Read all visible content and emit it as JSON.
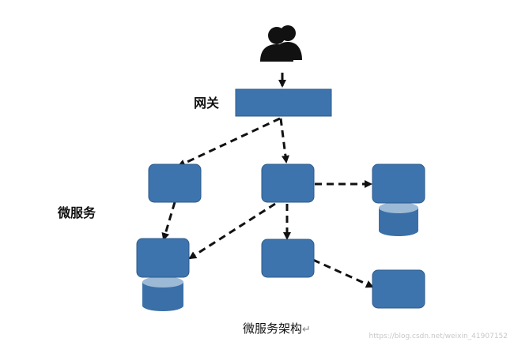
{
  "labels": {
    "gateway": "网关",
    "microservices": "微服务"
  },
  "caption": "微服务架构",
  "caption_mark": "↵",
  "watermark": "https://blog.csdn.net/weixin_41907152",
  "colors": {
    "box_fill": "#3e74ad",
    "box_stroke": "#2e5a8a",
    "db_body": "#3a6fa8",
    "db_top": "#9cbad6",
    "arrow": "#111111",
    "users_icon": "#111111"
  },
  "icons": {
    "users": "users-group-icon"
  }
}
